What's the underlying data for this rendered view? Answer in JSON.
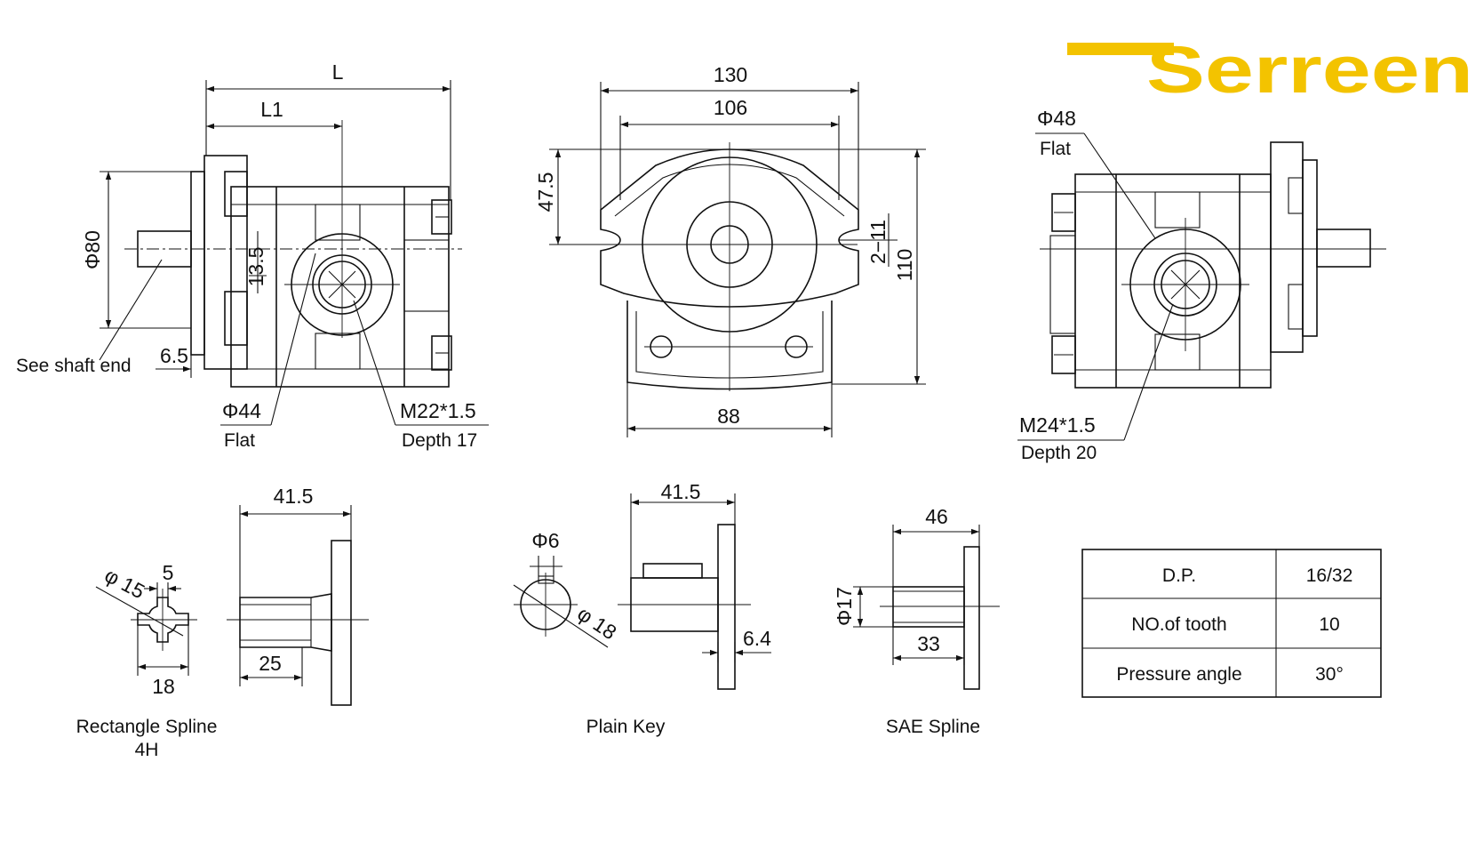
{
  "brand": {
    "name": "Serreen",
    "color": "#F3C300"
  },
  "side_view_left": {
    "L": "L",
    "L1": "L1",
    "phi80": "Φ80",
    "d13_5": "13.5",
    "d6_5": "6.5",
    "see_shaft_end": "See shaft end",
    "phi44": "Φ44",
    "flat": "Flat",
    "port": "M22*1.5",
    "port_depth": "Depth 17"
  },
  "front_view": {
    "d130": "130",
    "d106": "106",
    "d47_5": "47.5",
    "holes": "2−11",
    "d110": "110",
    "d88": "88"
  },
  "side_view_right": {
    "phi48": "Φ48",
    "flat": "Flat",
    "port": "M24*1.5",
    "port_depth": "Depth 20"
  },
  "shafts": {
    "rect_spline": {
      "length": "41.5",
      "d25": "25",
      "d5": "5",
      "phi15": "φ 15",
      "d18": "18",
      "title1": "Rectangle Spline",
      "title2": "4H"
    },
    "plain_key": {
      "length": "41.5",
      "phi6": "Φ6",
      "phi18": "φ 18",
      "d6_4": "6.4",
      "title": "Plain Key"
    },
    "sae_spline": {
      "length": "46",
      "phi17": "Φ17",
      "d33": "33",
      "title": "SAE Spline"
    }
  },
  "spline_table": {
    "rows": [
      {
        "label": "D.P.",
        "value": "16/32"
      },
      {
        "label": "NO.of tooth",
        "value": "10"
      },
      {
        "label": "Pressure angle",
        "value": "30°"
      }
    ]
  }
}
